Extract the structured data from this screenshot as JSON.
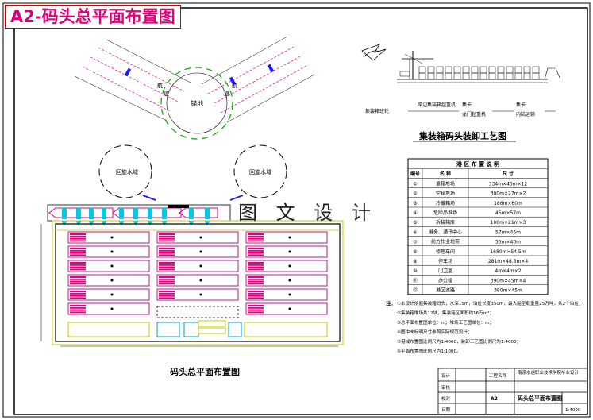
{
  "banner": {
    "title": "A2-码头总平面布置图"
  },
  "watermark": {
    "text": "图 文 设 计"
  },
  "layout_plan": {
    "title": "码头总平面布置图",
    "zones": {
      "anchorage": "锚地",
      "turning_basin_left": "回旋水域",
      "turning_basin_right": "回旋水域",
      "channel_left_a": "航",
      "channel_left_b": "道",
      "channel_right_a": "航",
      "channel_right_b": "道"
    }
  },
  "process": {
    "title": "集装箱码头装卸工艺图",
    "flow_labels": [
      "集装箱班轮",
      "岸边集装箱起重机",
      "集卡",
      "龙门起重机",
      "集卡",
      "内陆运输"
    ]
  },
  "legend_table": {
    "title": "港 区 布 置 说 明",
    "headers": [
      "编号",
      "名 称",
      "尺 寸"
    ],
    "rows": [
      [
        "①",
        "重箱堆场",
        "334m×45m×12"
      ],
      [
        "②",
        "空箱堆场",
        "300m×27m×2"
      ],
      [
        "③",
        "冷藏箱场",
        "186m×60m"
      ],
      [
        "④",
        "危险品堆场",
        "45m×57m"
      ],
      [
        "⑤",
        "拆装箱库",
        "100m×21m×3"
      ],
      [
        "⑥",
        "港务、通讯中心",
        "57m×46m"
      ],
      [
        "⑦",
        "前方作业地带",
        "55m×40m"
      ],
      [
        "⑧",
        "修理车间",
        "1680m×54.5m"
      ],
      [
        "⑨",
        "停车场",
        "281m×48.5m×4"
      ],
      [
        "⑩",
        "门卫室",
        "4m×4m×2"
      ],
      [
        "⑪",
        "办公楼",
        "390m×45m×4"
      ],
      [
        "⑫",
        "港区道路",
        "380m×45m"
      ]
    ]
  },
  "notes": {
    "label": "注：",
    "lines": [
      "①本设计依据集装箱码头，水深15m，泊位长度350m，最大船型载重量25万吨，共2个泊位；",
      "②集装箱堆场共12块，集装箱区面积约16万m²；",
      "③总平面布置图单位：m；堆场工艺图单位：m；",
      "④图中未标明尺寸参照实际规范设计；",
      "⑤港域布置图比例尺为1:4000，装卸工艺图比例尺为1:4000；",
      "⑥平面布置图比例尺为1:1000。"
    ]
  },
  "title_block": {
    "project": "工程名称",
    "company": "南京水运职业技术学院毕业设计",
    "drawing_name": "码头总平面布置图",
    "sheet_no": "A2",
    "scale": "1:4000",
    "rows": [
      "设计",
      "审核",
      "校对",
      "日期"
    ]
  }
}
